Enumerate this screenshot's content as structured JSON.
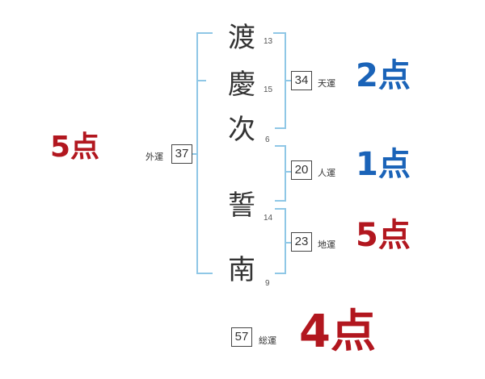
{
  "name": {
    "chars": [
      {
        "char": "渡",
        "strokes": "13"
      },
      {
        "char": "慶",
        "strokes": "15"
      },
      {
        "char": "次",
        "strokes": "6"
      },
      {
        "char": "誓",
        "strokes": "14"
      },
      {
        "char": "南",
        "strokes": "9"
      }
    ]
  },
  "gaiun": {
    "value": "37",
    "label": "外運",
    "score": "5点",
    "score_color": "#b2171f"
  },
  "tenun": {
    "value": "34",
    "label": "天運",
    "score": "2点",
    "score_color": "#1a63b8"
  },
  "jinun": {
    "value": "20",
    "label": "人運",
    "score": "1点",
    "score_color": "#1a63b8"
  },
  "chiun": {
    "value": "23",
    "label": "地運",
    "score": "5点",
    "score_color": "#b2171f"
  },
  "souun": {
    "value": "57",
    "label": "総運",
    "score": "4点",
    "score_color": "#b2171f"
  },
  "bracket_color": "#8fc7e6"
}
